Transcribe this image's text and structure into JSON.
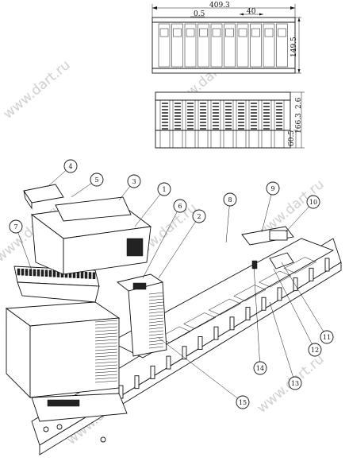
{
  "watermark": "www.dart.ru",
  "dimensions": {
    "width_overall": "409.3",
    "pitch_small": "0.5",
    "pitch_module": "40",
    "height_front": "149.5",
    "side_top": "2.6",
    "side_total": "166.3",
    "side_bottom": "60.5"
  },
  "callouts": [
    "1",
    "2",
    "3",
    "4",
    "5",
    "6",
    "7",
    "8",
    "9",
    "10",
    "11",
    "12",
    "13",
    "14",
    "15"
  ],
  "colors": {
    "ink": "#111111",
    "watermark": "#cfcfcf",
    "background": "#ffffff"
  }
}
